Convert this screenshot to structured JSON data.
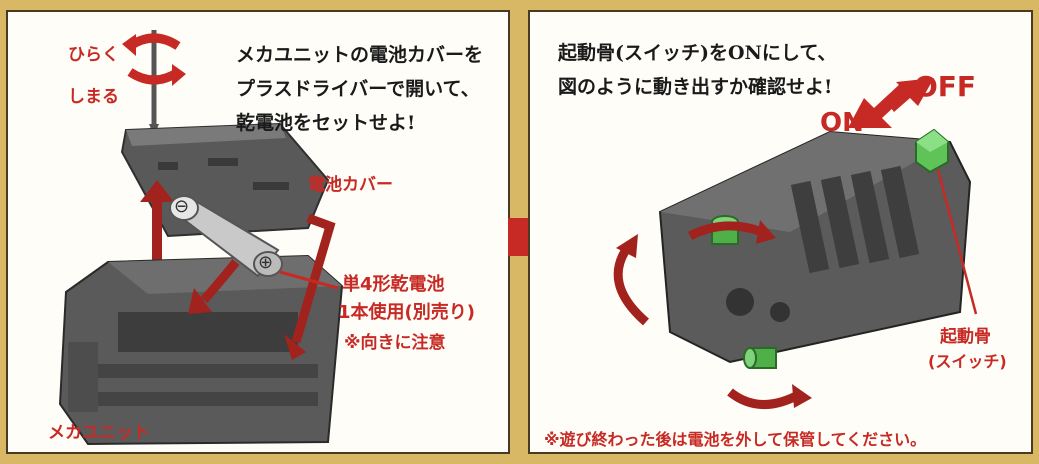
{
  "left_panel": {
    "instruction_lines": [
      "メカユニットの電池カバーを",
      "プラスドライバーで開いて、",
      "乾電池をセットせよ!"
    ],
    "open_label": "ひらく",
    "close_label": "しまる",
    "cover_label": "電池カバー",
    "battery_label_1": "単4形乾電池",
    "battery_label_2": "1本使用(別売り)",
    "battery_label_3": "※向きに注意",
    "unit_label": "メカユニット",
    "battery_minus": "⊖",
    "battery_plus": "⊕"
  },
  "right_panel": {
    "instruction_lines": [
      "起動骨(スイッチ)をONにして、",
      "図のように動き出すか確認せよ!"
    ],
    "on_label": "ON",
    "off_label": "OFF",
    "switch_label_1": "起動骨",
    "switch_label_2": "(スイッチ)",
    "footer_note": "※遊び終わった後は電池を外して保管してください。"
  },
  "colors": {
    "accent_red": "#c72a24",
    "panel_bg": "#fefdf8",
    "frame": "#d9b865",
    "switch_green": "#5fc35a"
  }
}
